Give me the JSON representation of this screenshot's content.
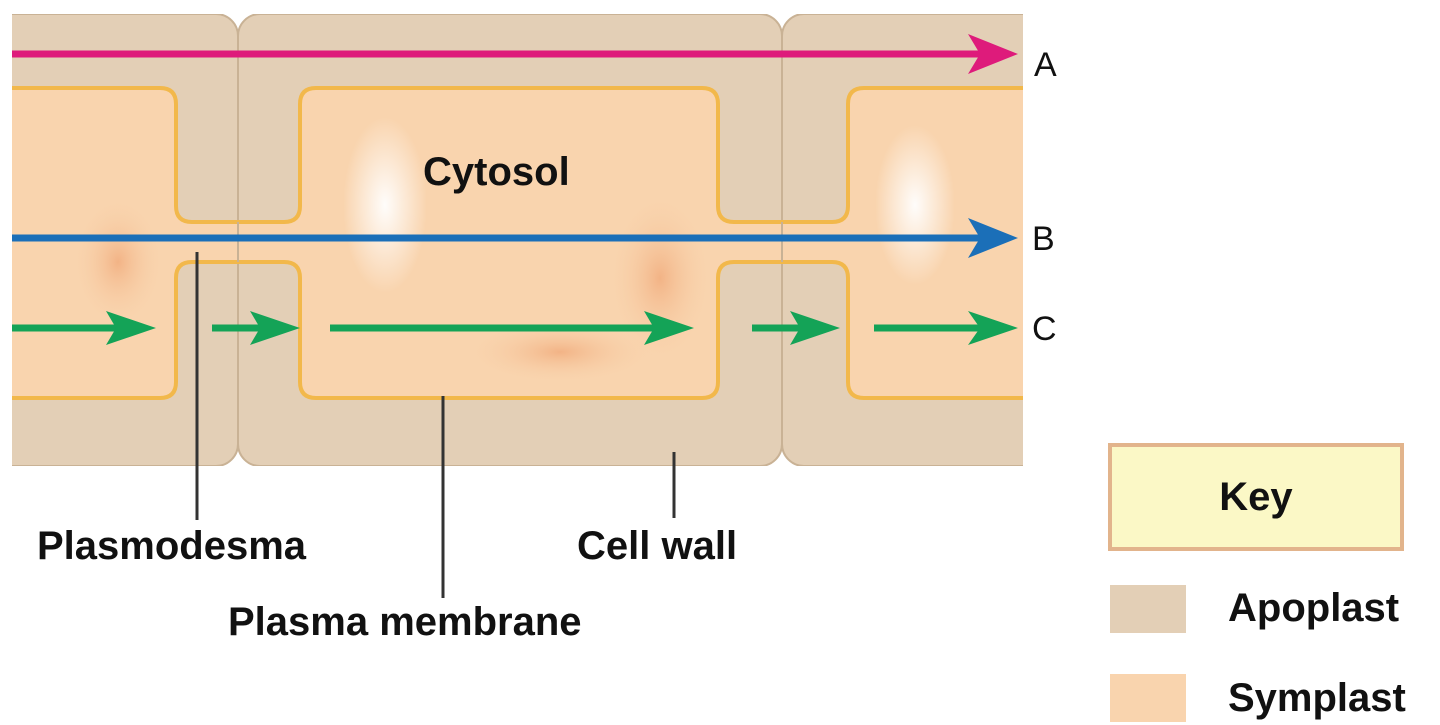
{
  "colors": {
    "apoplast": "#e3cfb6",
    "symplast": "#f9d4ae",
    "membrane": "#f2b84b",
    "arrow_a": "#de1b7b",
    "arrow_b": "#1b6fb8",
    "arrow_c": "#14a357",
    "key_fill": "#fbf8c6",
    "key_border": "#e2b48c"
  },
  "labels": {
    "cytosol": "Cytosol",
    "plasmodesma": "Plasmodesma",
    "plasma_membrane": "Plasma membrane",
    "cell_wall": "Cell wall"
  },
  "routes": {
    "a": "A",
    "b": "B",
    "c": "C"
  },
  "key": {
    "title": "Key",
    "apoplast": "Apoplast",
    "symplast": "Symplast"
  }
}
